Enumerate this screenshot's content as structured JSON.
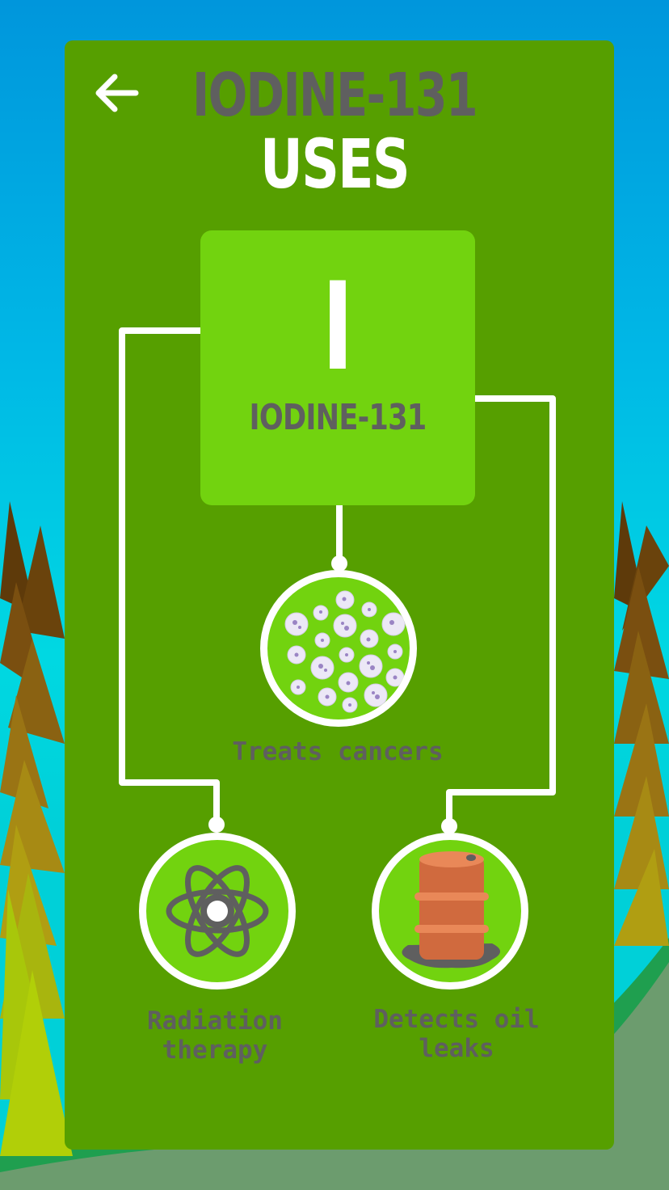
{
  "header": {
    "back_icon": "arrow-left-icon",
    "title_line1": "IODINE-131",
    "title_line2": "USES"
  },
  "element": {
    "symbol": "I",
    "name": "IODINE-131"
  },
  "uses": [
    {
      "label": "Treats cancers",
      "icon": "cancer-cells-icon"
    },
    {
      "label": "Radiation\ntherapy",
      "icon": "atom-icon"
    },
    {
      "label": "Detects oil\nleaks",
      "icon": "oil-barrel-icon"
    }
  ],
  "colors": {
    "card": "#569f00",
    "tile": "#72d30f",
    "text_dark": "#5f5f5f",
    "wire": "#ffffff"
  }
}
